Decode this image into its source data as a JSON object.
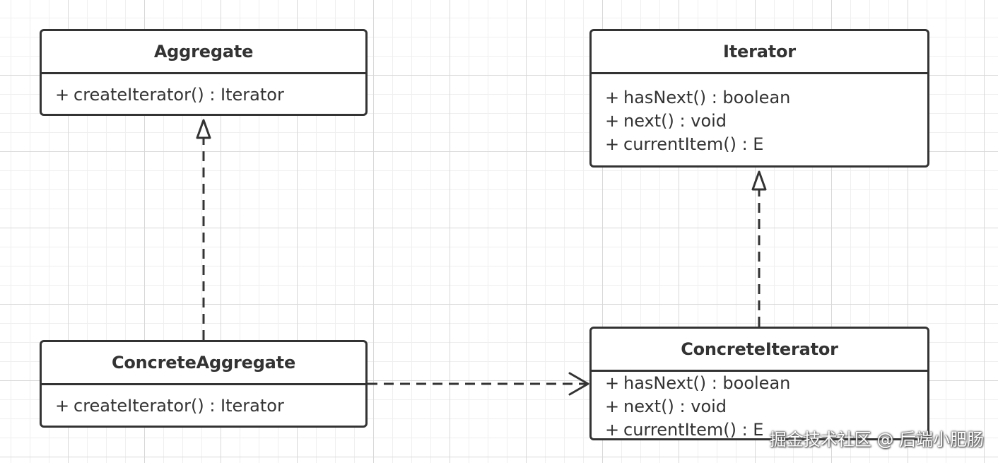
{
  "classes": {
    "aggregate": {
      "name": "Aggregate",
      "operations": [
        {
          "prefix": "+",
          "signature": "createIterator() : Iterator"
        }
      ]
    },
    "iterator": {
      "name": "Iterator",
      "operations": [
        {
          "prefix": "+",
          "signature": "hasNext() : boolean"
        },
        {
          "prefix": "+",
          "signature": "next() : void"
        },
        {
          "prefix": "+",
          "signature": "currentItem() : E"
        }
      ]
    },
    "concrete_aggregate": {
      "name": "ConcreteAggregate",
      "operations": [
        {
          "prefix": "+",
          "signature": "createIterator() : Iterator"
        }
      ]
    },
    "concrete_iterator": {
      "name": "ConcreteIterator",
      "operations": [
        {
          "prefix": "+",
          "signature": "hasNext() : boolean"
        },
        {
          "prefix": "+",
          "signature": "next() : void"
        },
        {
          "prefix": "+",
          "signature": "currentItem() : E"
        }
      ]
    }
  },
  "relations": [
    {
      "from": "ConcreteAggregate",
      "to": "Aggregate",
      "kind": "realization"
    },
    {
      "from": "ConcreteIterator",
      "to": "Iterator",
      "kind": "realization"
    },
    {
      "from": "ConcreteAggregate",
      "to": "ConcreteIterator",
      "kind": "dependency"
    }
  ],
  "colors": {
    "stroke": "#333333",
    "background": "#ffffff",
    "grid": "#d8d8d8"
  },
  "watermark": "掘金技术社区 @ 后端小肥肠"
}
